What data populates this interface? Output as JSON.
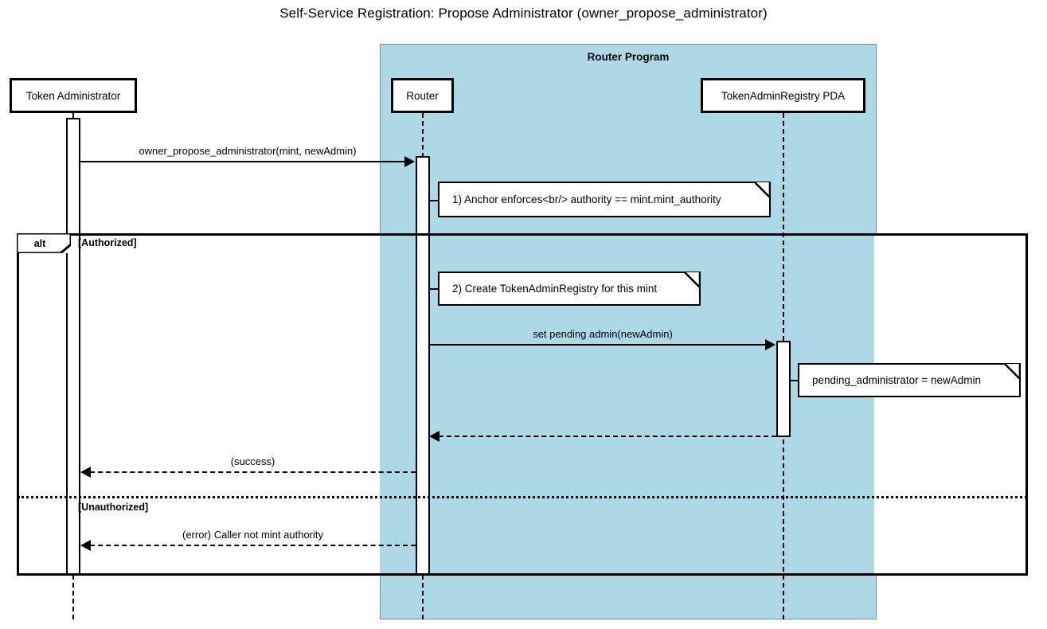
{
  "title": "Self-Service Registration: Propose Administrator (owner_propose_administrator)",
  "group": {
    "label": "Router Program",
    "color": "#add8e6"
  },
  "participants": [
    {
      "id": "actor",
      "label": "Token Administrator"
    },
    {
      "id": "router",
      "label": "Router"
    },
    {
      "id": "pda",
      "label": "TokenAdminRegistry PDA"
    }
  ],
  "messages": [
    {
      "id": "m1",
      "label": "owner_propose_administrator(mint, newAdmin)",
      "kind": "call",
      "from": "actor",
      "to": "router"
    },
    {
      "id": "m2",
      "label": "set pending admin(newAdmin)",
      "kind": "call",
      "from": "router",
      "to": "pda"
    },
    {
      "id": "m3",
      "label": "",
      "kind": "return",
      "from": "pda",
      "to": "router"
    },
    {
      "id": "m4",
      "label": "(success)",
      "kind": "return",
      "from": "router",
      "to": "actor"
    },
    {
      "id": "m5",
      "label": "(error) Caller not mint authority",
      "kind": "return",
      "from": "router",
      "to": "actor"
    }
  ],
  "notes": [
    {
      "id": "n1",
      "text": "1) Anchor enforces<br/> authority == mint.mint_authority"
    },
    {
      "id": "n2",
      "text": "2) Create TokenAdminRegistry for this mint"
    },
    {
      "id": "n3",
      "text": "pending_administrator = newAdmin"
    }
  ],
  "fragment": {
    "operator": "alt",
    "guards": [
      "[Authorized]",
      "[Unauthorized]"
    ]
  }
}
